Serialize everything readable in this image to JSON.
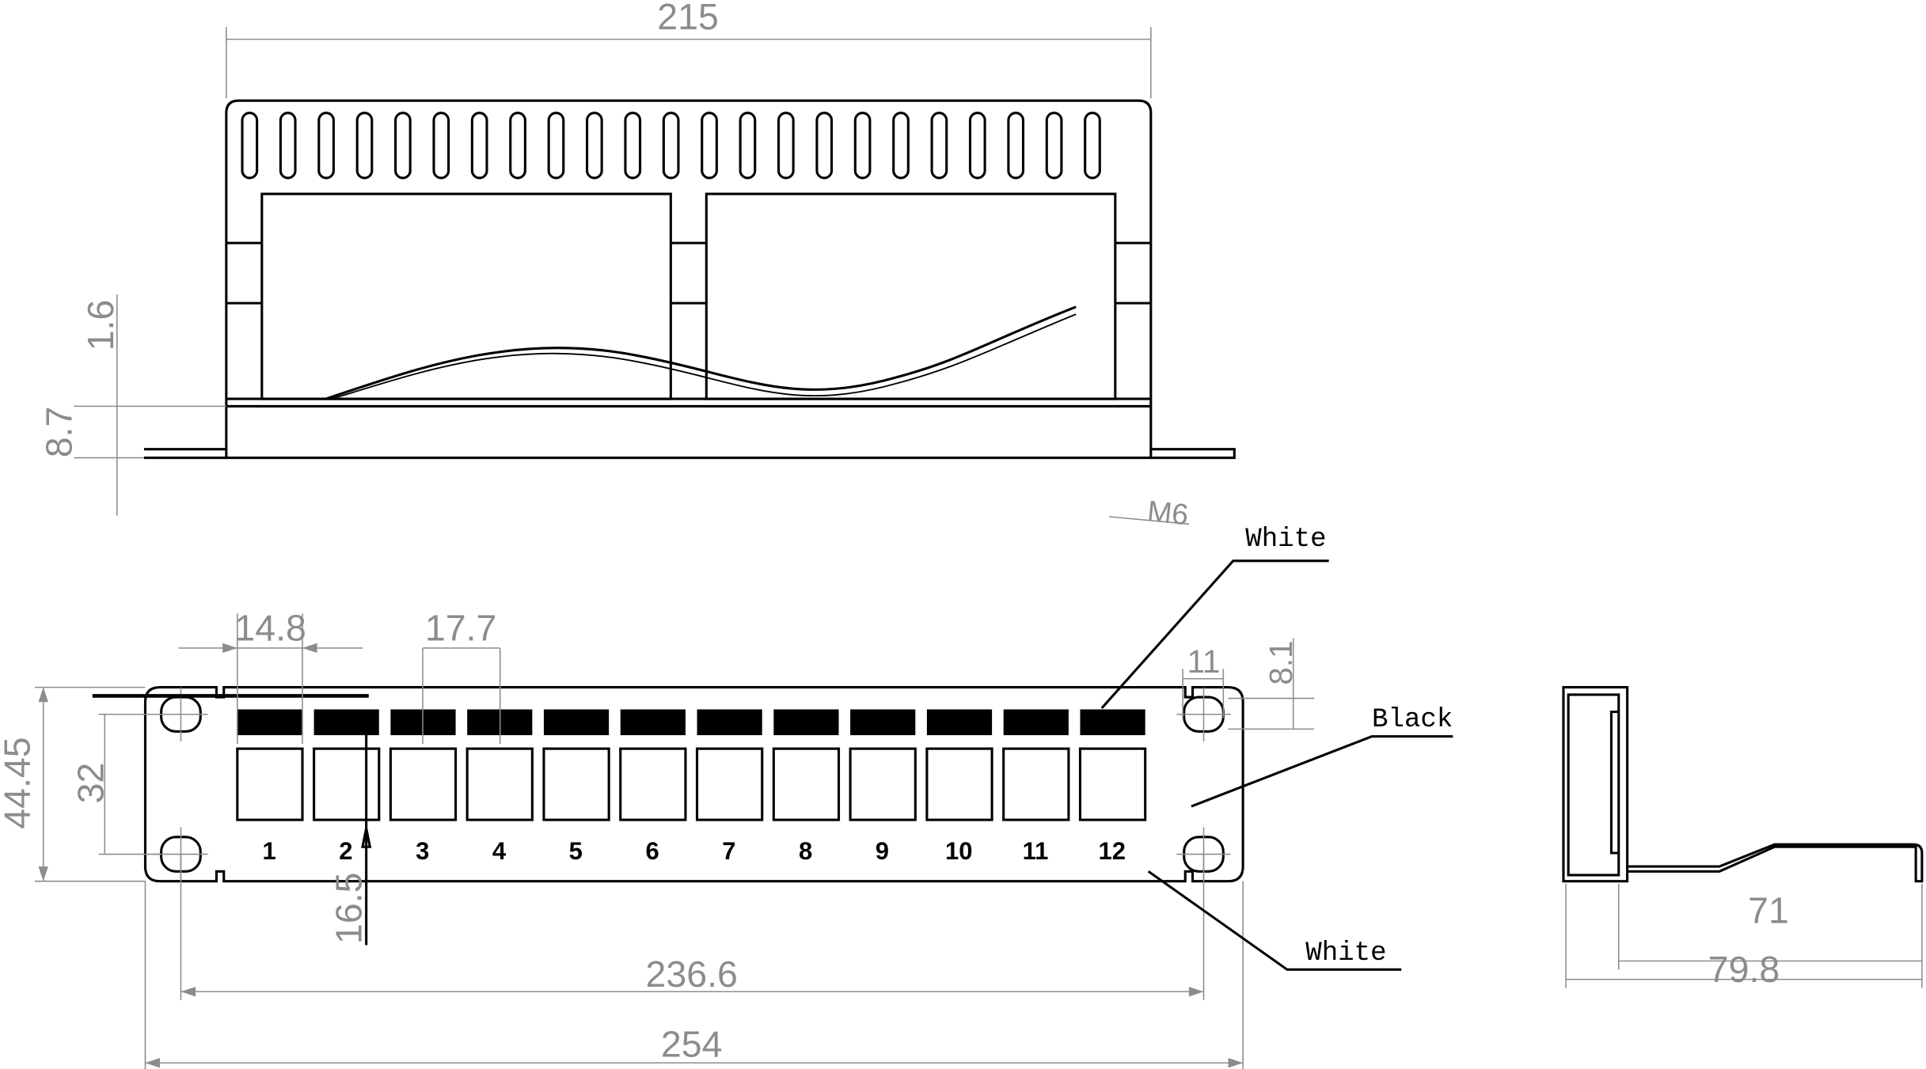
{
  "dimensions": {
    "top_width": "215",
    "top_height_1": "1.6",
    "top_height_2": "8.7",
    "thread": "M6",
    "port_width": "14.8",
    "port_pitch": "17.7",
    "hole_width": "11",
    "hole_offset": "8.1",
    "panel_height": "44.45",
    "hole_spacing_v": "32",
    "port_offset": "16.5",
    "hole_spacing_h": "236.6",
    "panel_width": "254",
    "bracket_depth": "71",
    "bracket_total": "79.8"
  },
  "callouts": {
    "label_strip": "White",
    "panel": "Black",
    "numbers": "White"
  },
  "ports": [
    "1",
    "2",
    "3",
    "4",
    "5",
    "6",
    "7",
    "8",
    "9",
    "10",
    "11",
    "12"
  ]
}
